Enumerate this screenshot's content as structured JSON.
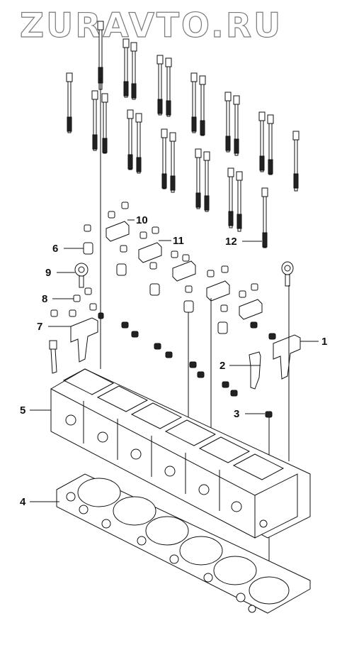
{
  "watermark": "ZURAVTO.RU",
  "callouts": [
    "1",
    "2",
    "3",
    "4",
    "5",
    "6",
    "7",
    "8",
    "9",
    "10",
    "11",
    "12"
  ]
}
